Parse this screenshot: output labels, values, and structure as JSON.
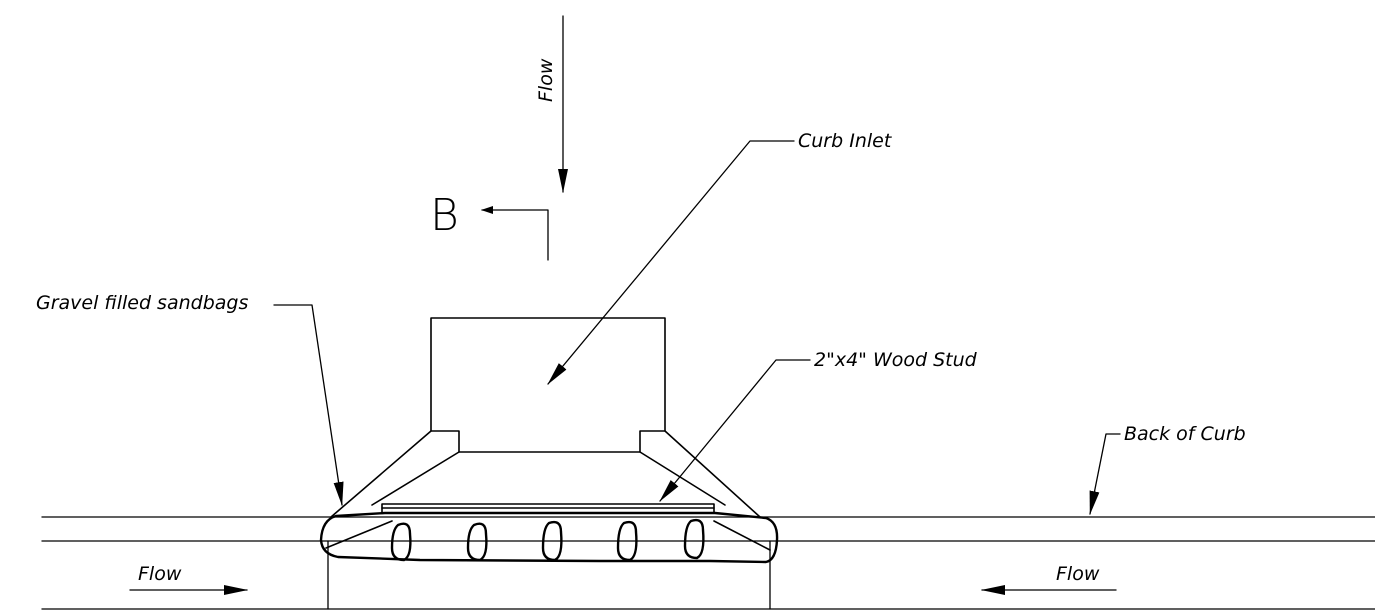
{
  "labels": {
    "flow_top": "Flow",
    "curb_inlet": "Curb Inlet",
    "section_marker": "B",
    "gravel_sandbags": "Gravel filled sandbags",
    "wood_stud": "2\"x4\" Wood Stud",
    "back_of_curb": "Back of Curb",
    "flow_left": "Flow",
    "flow_right": "Flow"
  }
}
